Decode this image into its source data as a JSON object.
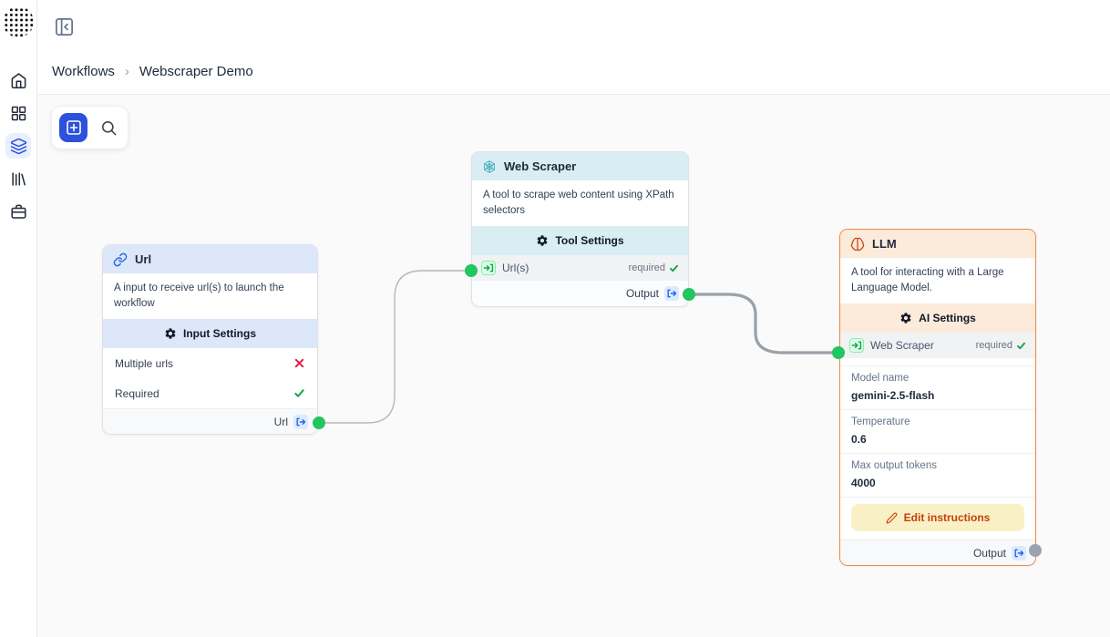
{
  "header": {
    "breadcrumb": {
      "root": "Workflows",
      "separator": "›",
      "current": "Webscraper Demo"
    }
  },
  "sidebar": {
    "icons": [
      "home-icon",
      "apps-grid-icon",
      "layers-icon",
      "library-icon",
      "briefcase-icon"
    ],
    "active_icon": "layers-icon"
  },
  "toolbar": {
    "buttons": [
      "add-node-button",
      "search-button"
    ]
  },
  "colors": {
    "accent_blue": "#2b51dd",
    "sidebar_active_bg": "#e8effd",
    "url_header_bg": "#dce8f9",
    "scraper_header_bg": "#d9eef2",
    "llm_header_bg": "#fceadb",
    "llm_border": "#ee8a45",
    "connector_green": "#22c55e",
    "connector_gray": "#9ca3af",
    "true_green": "#16a34a",
    "false_red": "#e11d48",
    "edit_button_bg": "#faf0c5",
    "edit_button_text": "#c2410c"
  },
  "nodes": {
    "url": {
      "title": "Url",
      "description": "A input to receive url(s) to launch the workflow",
      "section_title": "Input Settings",
      "fields": [
        {
          "label": "Multiple urls",
          "state": "false"
        },
        {
          "label": "Required",
          "state": "true"
        }
      ],
      "output_label": "Url"
    },
    "web_scraper": {
      "title": "Web Scraper",
      "description": "A tool to scrape web content using XPath selectors",
      "section_title": "Tool Settings",
      "input_label": "Url(s)",
      "input_badge": "required",
      "output_label": "Output"
    },
    "llm": {
      "title": "LLM",
      "description": "A tool for interacting with a Large Language Model.",
      "section_title": "AI Settings",
      "input_label": "Web Scraper",
      "input_badge": "required",
      "params": [
        {
          "label": "Model name",
          "value": "gemini-2.5-flash"
        },
        {
          "label": "Temperature",
          "value": "0.6"
        },
        {
          "label": "Max output tokens",
          "value": "4000"
        }
      ],
      "edit_button_label": "Edit instructions",
      "output_label": "Output"
    }
  },
  "connections": [
    {
      "from": "Url / Url",
      "to": "Web Scraper / Url(s)"
    },
    {
      "from": "Web Scraper / Output",
      "to": "LLM / Web Scraper"
    }
  ]
}
